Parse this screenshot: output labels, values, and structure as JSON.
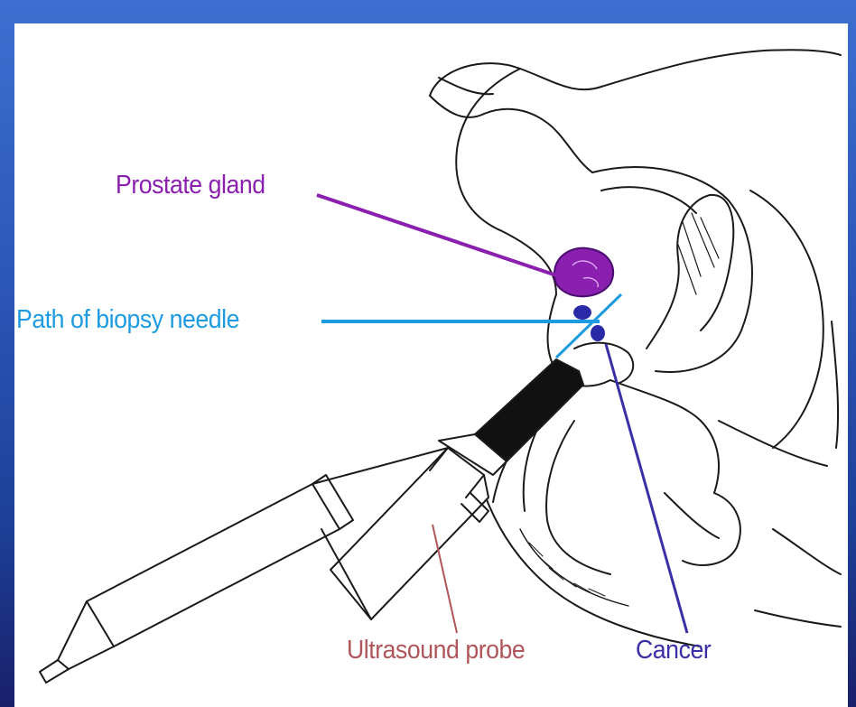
{
  "labels": {
    "prostate": "Prostate gland",
    "path": "Path of  biopsy needle",
    "probe": "Ultrasound probe",
    "cancer": "Cancer"
  },
  "colors": {
    "prostate": "#8a1fb0",
    "path": "#1d9be0",
    "probe": "#b0565a",
    "cancer": "#3b2fa8",
    "background_top": "#3d6fd0",
    "background_bottom": "#1a1f6a"
  }
}
